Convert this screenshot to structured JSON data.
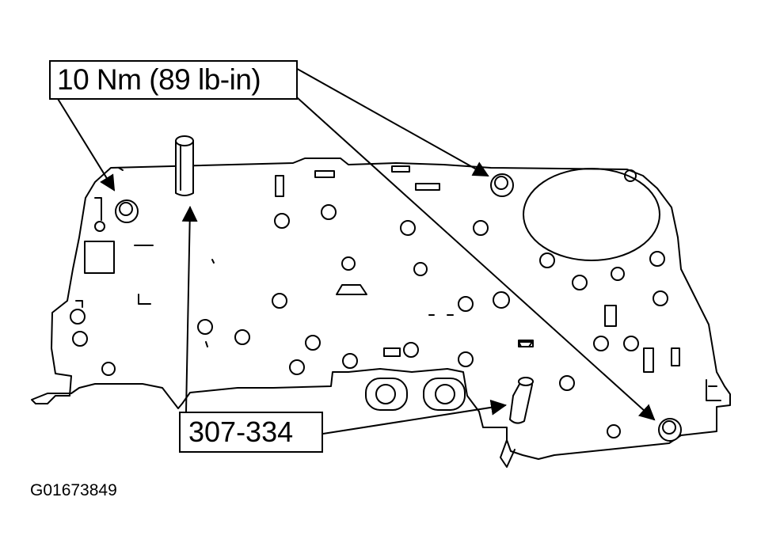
{
  "callouts": {
    "torque_spec": "10 Nm (89 lb-in)",
    "tool_number": "307-334"
  },
  "figure_id": "G01673849",
  "colors": {
    "line": "#000000",
    "background": "#ffffff"
  }
}
